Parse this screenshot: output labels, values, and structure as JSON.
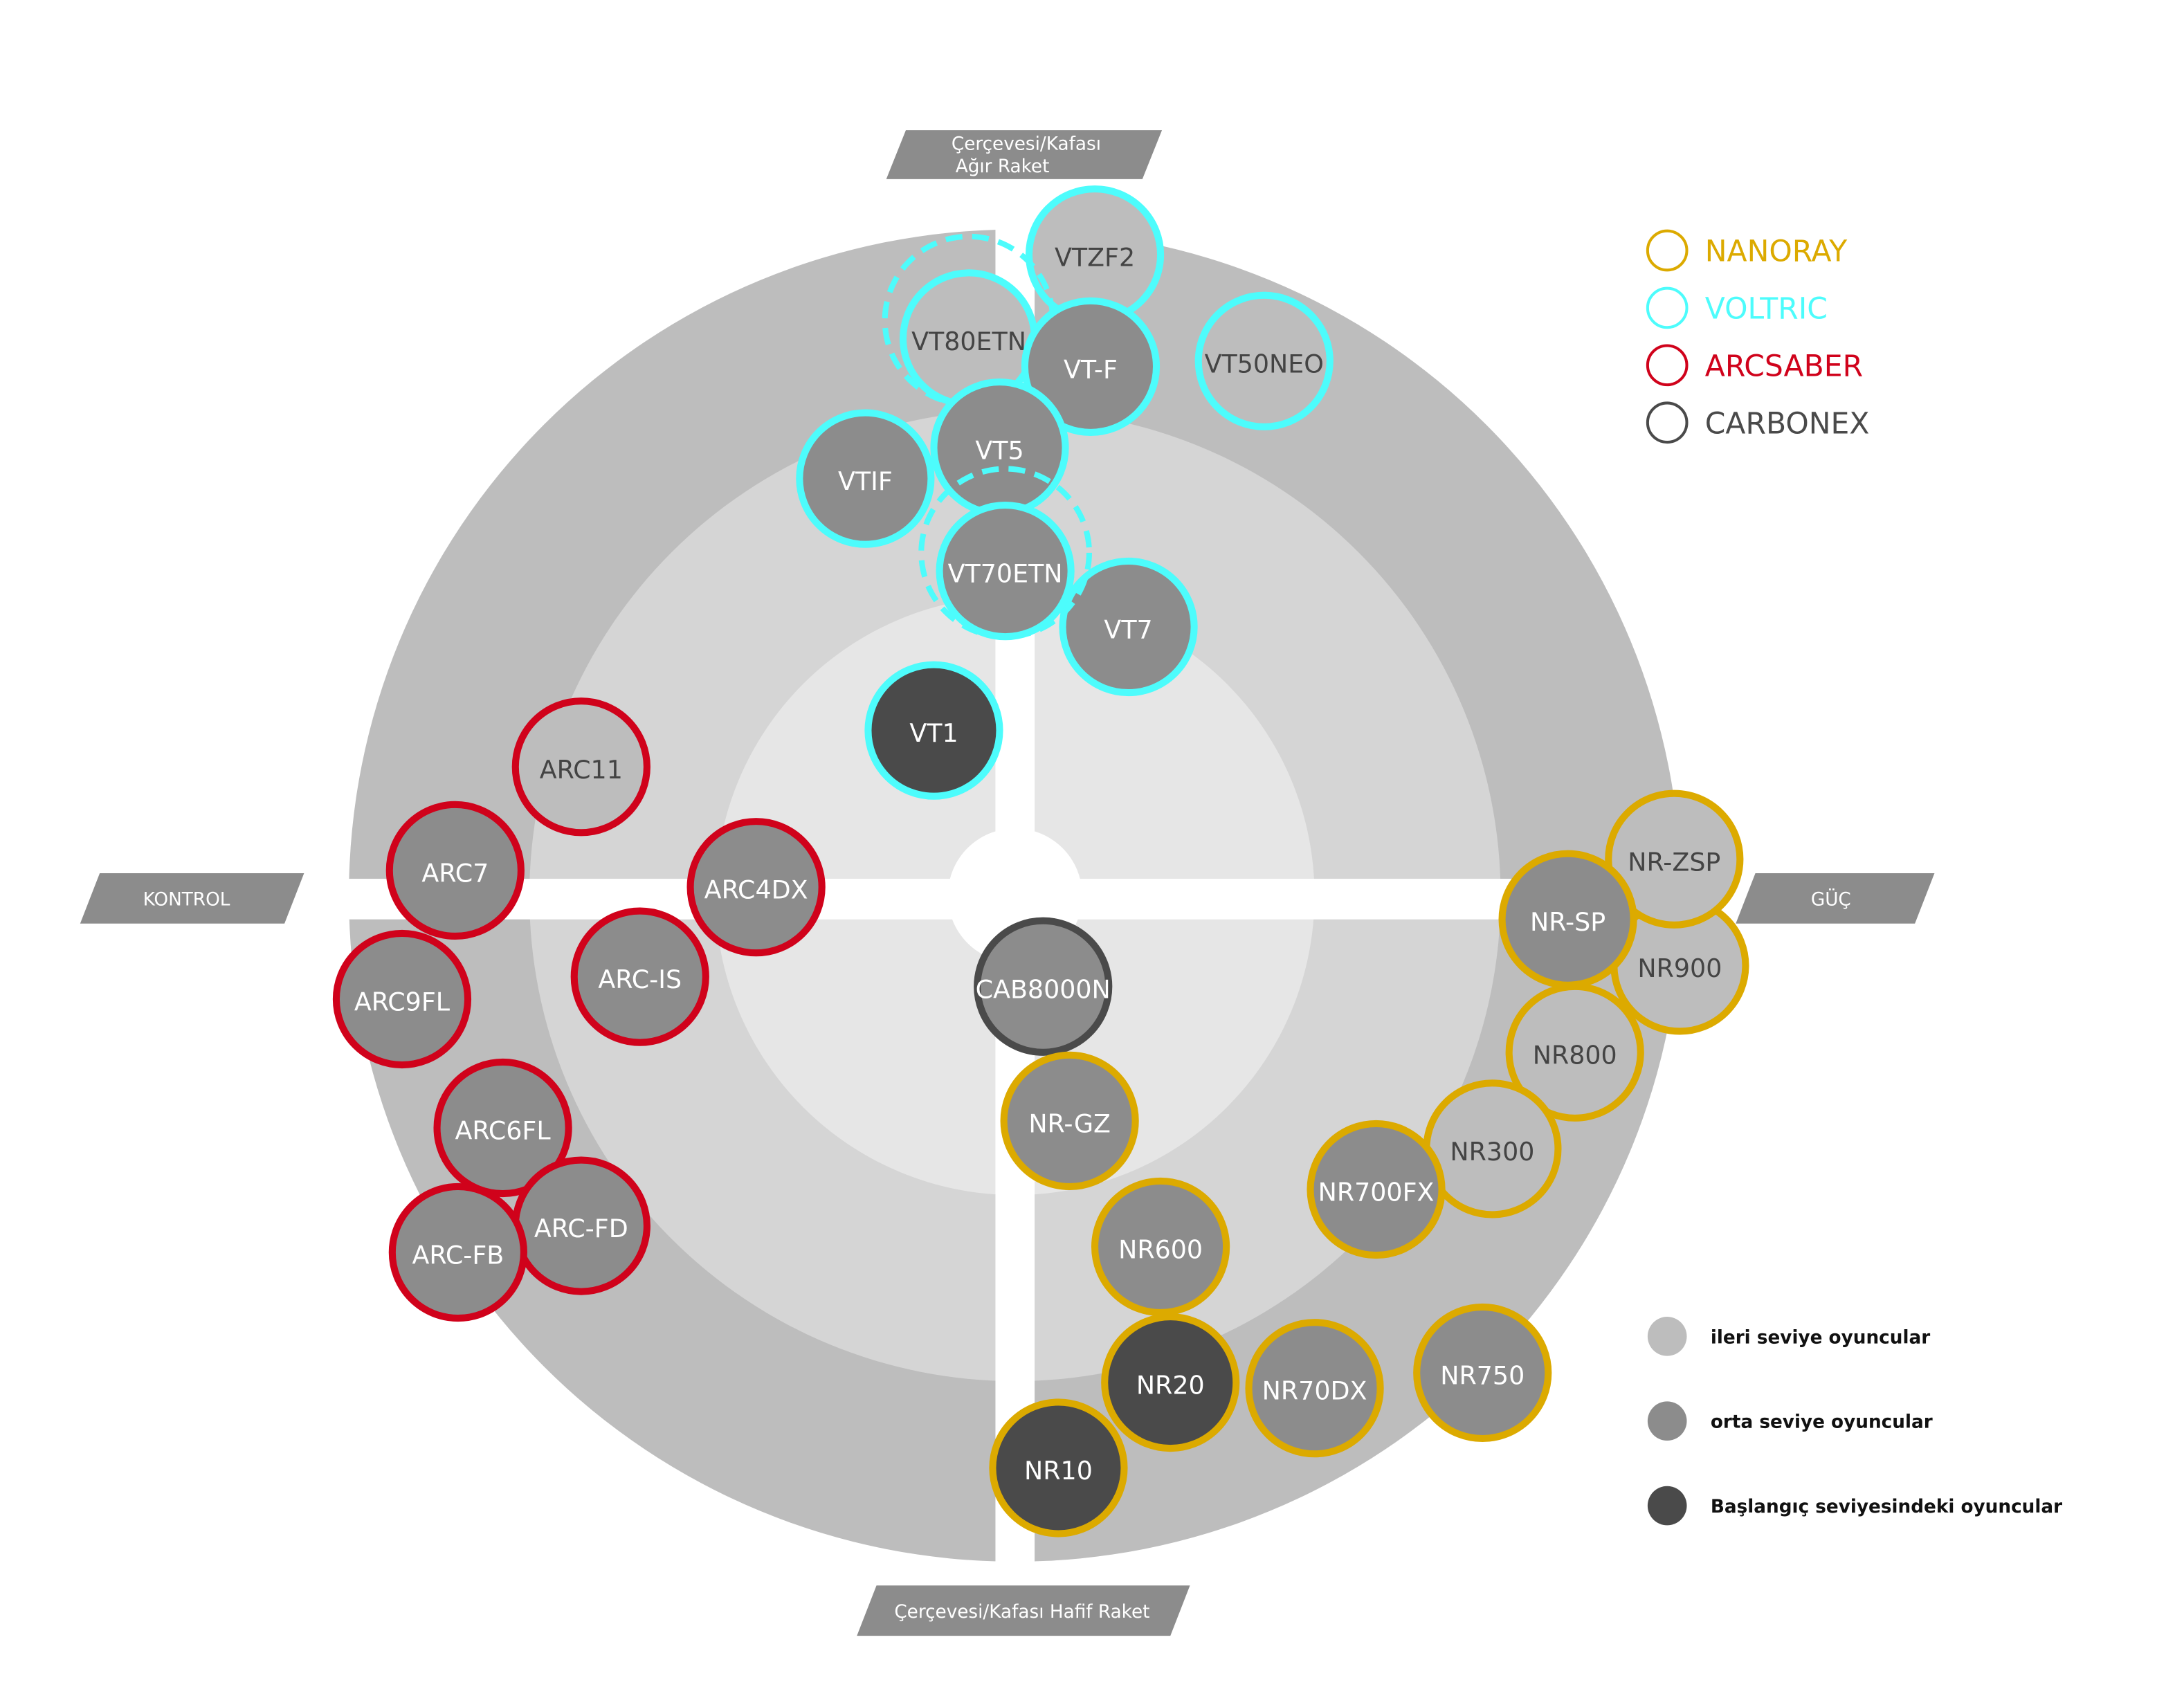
{
  "axes": {
    "top_line1": "Çerçevesi/Kafası",
    "top_line2": "Ağır Raket",
    "left": "KONTROL",
    "right": "GÜÇ",
    "bottom": "Çerçevesi/Kafası Hafif Raket"
  },
  "colors": {
    "ring_outer": "#bdbdbd",
    "ring_middle": "#d5d5d5",
    "ring_inner": "#e6e6e6",
    "level_ileri": "#bdbdbd",
    "level_orta": "#8c8c8c",
    "level_baslangic": "#4a4a4a",
    "nanoray": "#dcaa00",
    "voltric": "#4dfcfc",
    "arcsaber": "#d0021b",
    "carbonex": "#4a4a4a",
    "tag": "#8c8c8c"
  },
  "brand_legend": [
    {
      "key": "nanoray",
      "label": "NANORAY"
    },
    {
      "key": "voltric",
      "label": "VOLTRIC"
    },
    {
      "key": "arcsaber",
      "label": "ARCSABER"
    },
    {
      "key": "carbonex",
      "label": "CARBONEX"
    }
  ],
  "level_legend": [
    {
      "key": "level_ileri",
      "label": "ileri seviye oyuncular"
    },
    {
      "key": "level_orta",
      "label": "orta seviye oyuncular"
    },
    {
      "key": "level_baslangic",
      "label": "Başlangıç seviyesindeki oyuncular"
    }
  ],
  "rackets": [
    {
      "label": "VTZF2",
      "brand": "voltric",
      "level": "ileri"
    },
    {
      "label": "VT80ETN",
      "brand": "voltric",
      "level": "ileri",
      "dashed": true
    },
    {
      "label": "VT-F",
      "brand": "voltric",
      "level": "orta"
    },
    {
      "label": "VT50NEO",
      "brand": "voltric",
      "level": "ileri"
    },
    {
      "label": "VT5",
      "brand": "voltric",
      "level": "orta"
    },
    {
      "label": "VTIF",
      "brand": "voltric",
      "level": "orta"
    },
    {
      "label": "VT7",
      "brand": "voltric",
      "level": "orta"
    },
    {
      "label": "VT70ETN",
      "brand": "voltric",
      "level": "orta",
      "dashed": true
    },
    {
      "label": "VT1",
      "brand": "voltric",
      "level": "baslangic"
    },
    {
      "label": "ARC11",
      "brand": "arcsaber",
      "level": "ileri"
    },
    {
      "label": "ARC7",
      "brand": "arcsaber",
      "level": "orta"
    },
    {
      "label": "ARC4DX",
      "brand": "arcsaber",
      "level": "orta"
    },
    {
      "label": "ARC-IS",
      "brand": "arcsaber",
      "level": "orta"
    },
    {
      "label": "ARC9FL",
      "brand": "arcsaber",
      "level": "orta"
    },
    {
      "label": "ARC6FL",
      "brand": "arcsaber",
      "level": "orta"
    },
    {
      "label": "ARC-FD",
      "brand": "arcsaber",
      "level": "orta"
    },
    {
      "label": "ARC-FB",
      "brand": "arcsaber",
      "level": "orta"
    },
    {
      "label": "CAB8000N",
      "brand": "carbonex",
      "level": "orta"
    },
    {
      "label": "NR-GZ",
      "brand": "nanoray",
      "level": "orta"
    },
    {
      "label": "NR600",
      "brand": "nanoray",
      "level": "orta"
    },
    {
      "label": "NR70DX",
      "brand": "nanoray",
      "level": "orta"
    },
    {
      "label": "NR750",
      "brand": "nanoray",
      "level": "orta"
    },
    {
      "label": "NR20",
      "brand": "nanoray",
      "level": "baslangic"
    },
    {
      "label": "NR10",
      "brand": "nanoray",
      "level": "baslangic"
    },
    {
      "label": "NR900",
      "brand": "nanoray",
      "level": "ileri"
    },
    {
      "label": "NR-ZSP",
      "brand": "nanoray",
      "level": "ileri"
    },
    {
      "label": "NR-SP",
      "brand": "nanoray",
      "level": "orta"
    },
    {
      "label": "NR800",
      "brand": "nanoray",
      "level": "ileri"
    },
    {
      "label": "NR300",
      "brand": "nanoray",
      "level": "ileri"
    },
    {
      "label": "NR700FX",
      "brand": "nanoray",
      "level": "orta"
    }
  ]
}
